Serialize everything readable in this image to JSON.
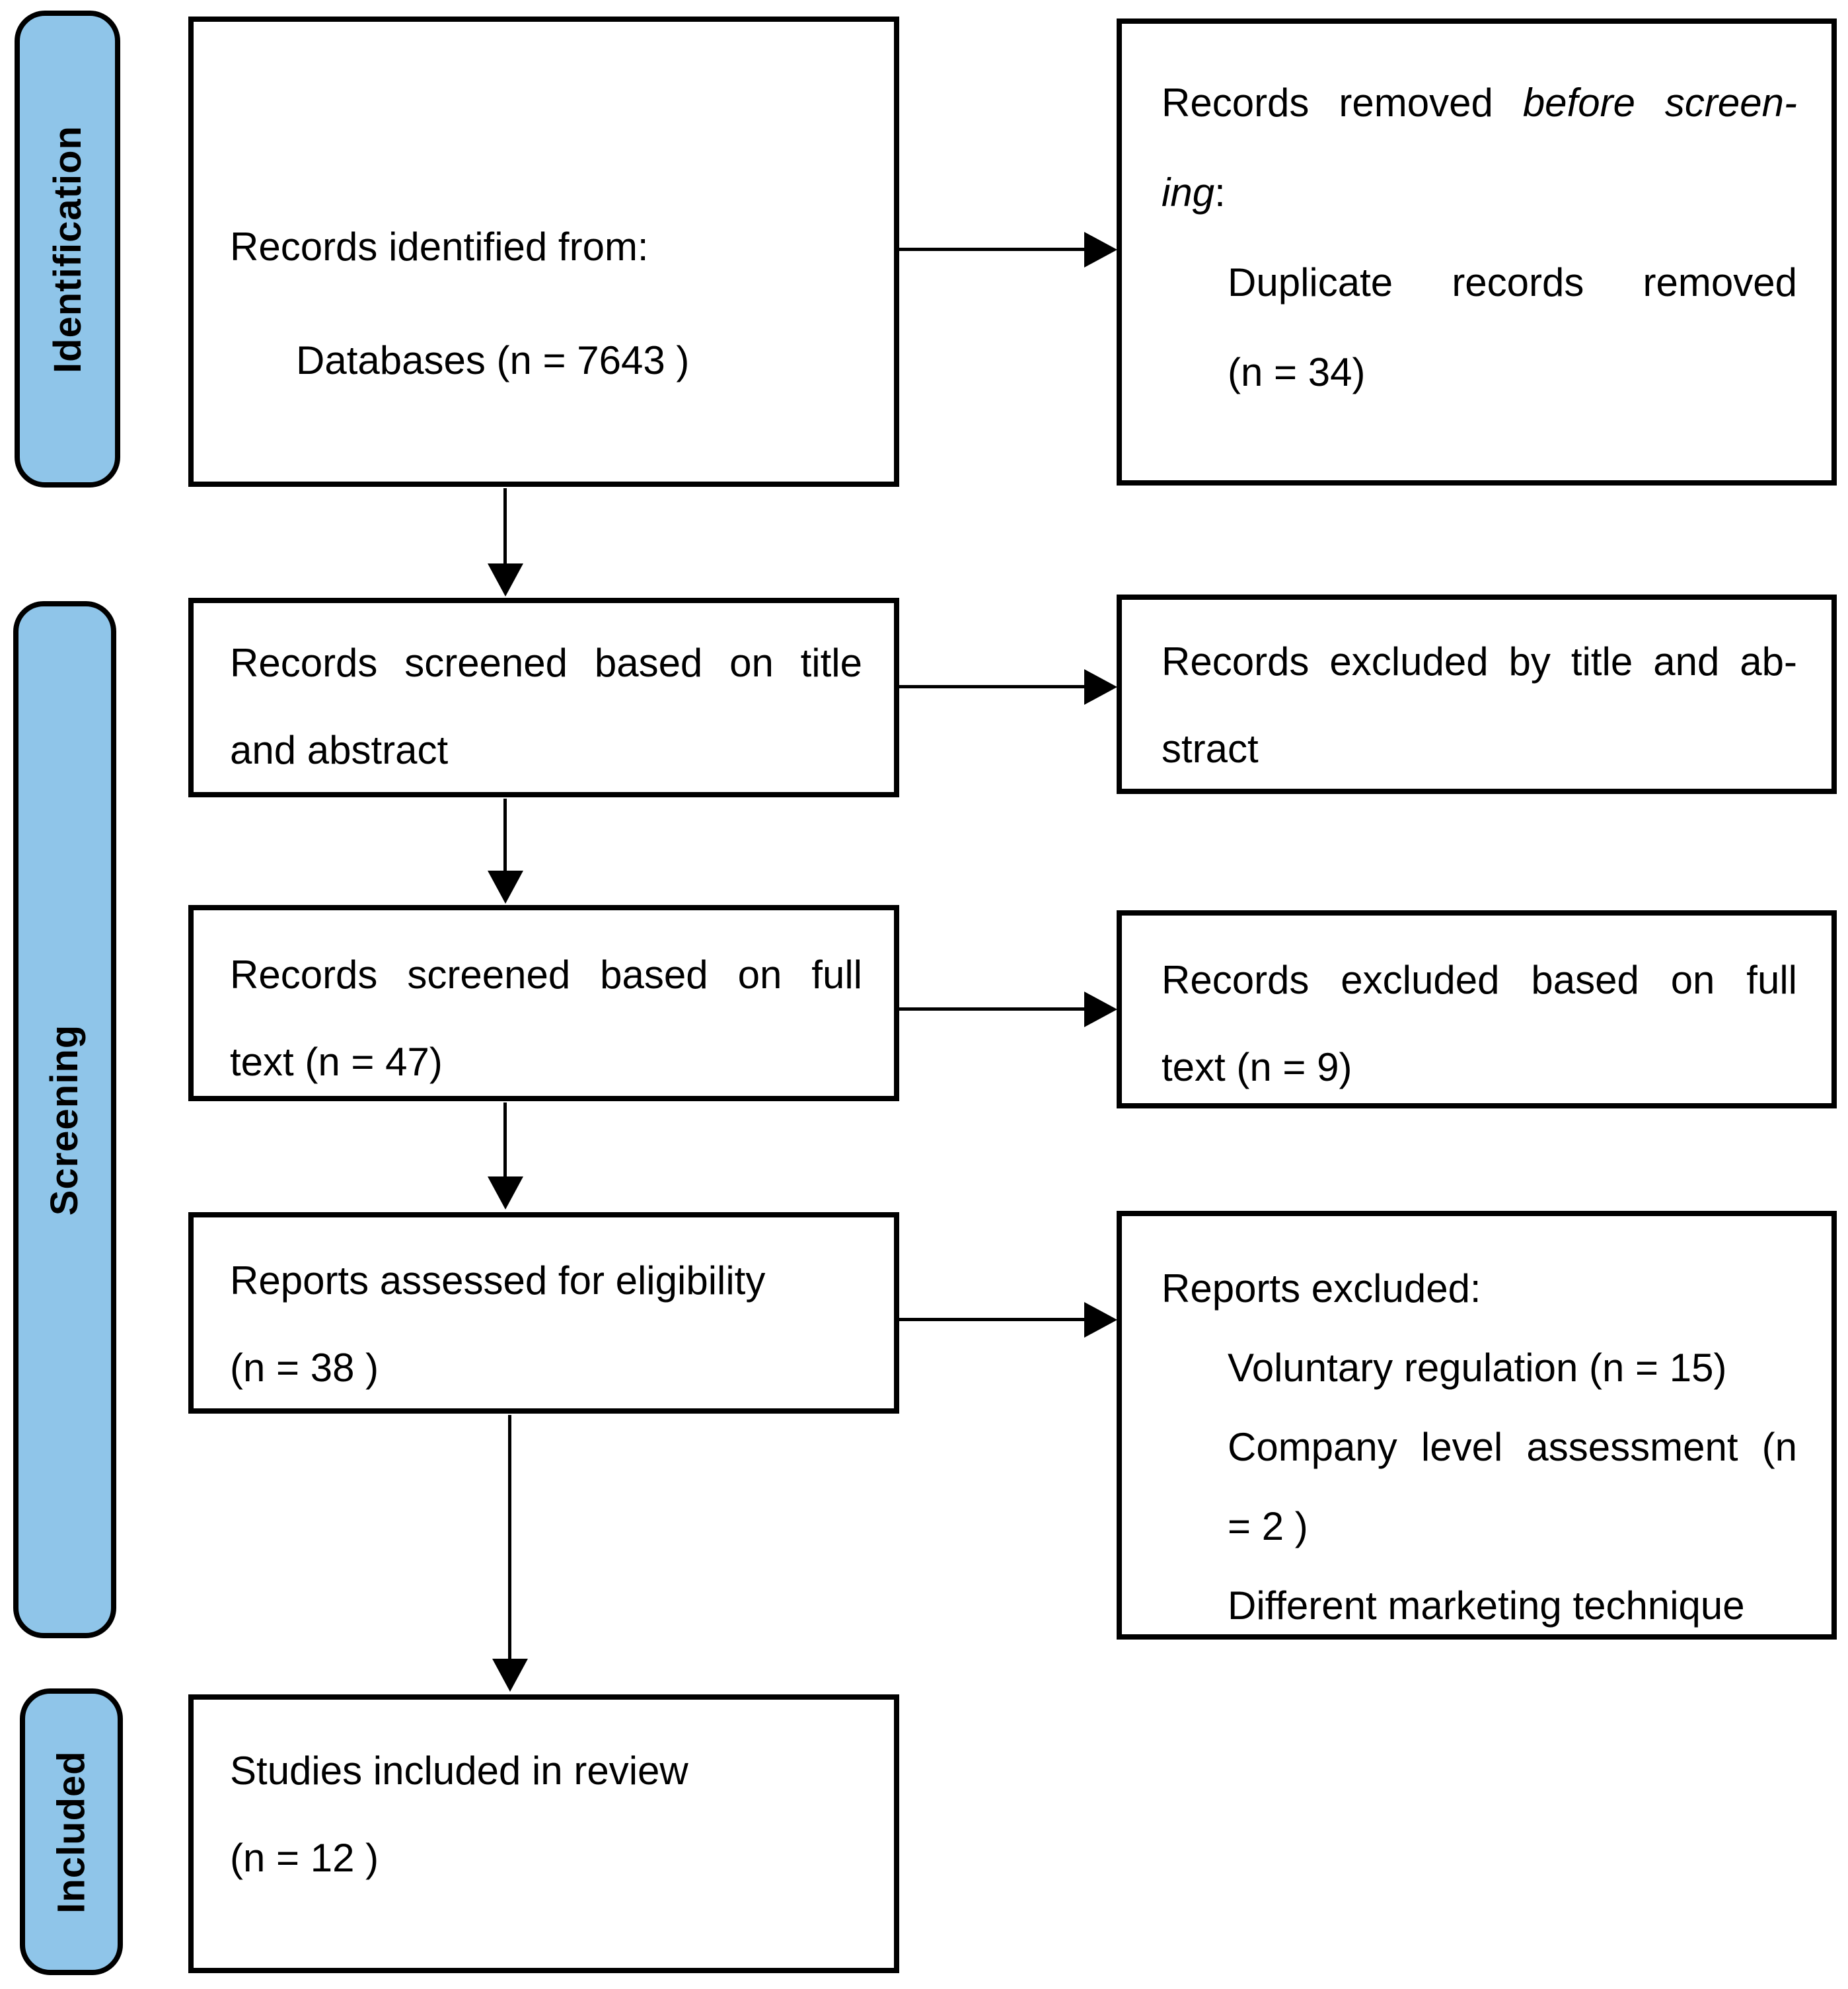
{
  "diagram": {
    "type": "prisma-flow",
    "colors": {
      "stage_fill": "#8FC5E9",
      "border": "#000000",
      "background": "#FFFFFF"
    },
    "stages": [
      {
        "id": "identification",
        "label": "Identification"
      },
      {
        "id": "screening",
        "label": "Screening"
      },
      {
        "id": "included",
        "label": "Included"
      }
    ],
    "boxes": {
      "records_identified": {
        "lines": [
          {
            "runs": [
              {
                "t": "Records identified from:"
              }
            ]
          },
          {
            "runs": [
              {
                "t": "Databases (n = 7643 )"
              }
            ],
            "indent": true
          }
        ]
      },
      "records_removed_before_screening": {
        "lines": [
          {
            "runs": [
              {
                "t": "Records removed "
              },
              {
                "t": "before screen-",
                "i": true
              }
            ],
            "justify": true
          },
          {
            "runs": [
              {
                "t": "ing",
                "i": true
              },
              {
                "t": ":"
              }
            ]
          },
          {
            "runs": [
              {
                "t": "Duplicate records removed"
              }
            ],
            "indent": true,
            "justify": true
          },
          {
            "runs": [
              {
                "t": "(n = 34)"
              }
            ],
            "indent": true
          }
        ]
      },
      "records_screened_title_abstract": {
        "lines": [
          {
            "runs": [
              {
                "t": "Records screened based on title"
              }
            ],
            "justify": true
          },
          {
            "runs": [
              {
                "t": "and abstract"
              }
            ]
          }
        ]
      },
      "records_excluded_title_abstract": {
        "lines": [
          {
            "runs": [
              {
                "t": "Records excluded by title and ab-"
              }
            ],
            "justify": true
          },
          {
            "runs": [
              {
                "t": "stract"
              }
            ]
          }
        ]
      },
      "records_screened_full_text": {
        "lines": [
          {
            "runs": [
              {
                "t": "Records screened based on full"
              }
            ],
            "justify": true
          },
          {
            "runs": [
              {
                "t": "text (n = 47)"
              }
            ]
          }
        ]
      },
      "records_excluded_full_text": {
        "lines": [
          {
            "runs": [
              {
                "t": "Records excluded based on full"
              }
            ],
            "justify": true
          },
          {
            "runs": [
              {
                "t": "text (n = 9)"
              }
            ]
          }
        ]
      },
      "reports_assessed": {
        "lines": [
          {
            "runs": [
              {
                "t": "Reports assessed for eligibility"
              }
            ]
          },
          {
            "runs": [
              {
                "t": "(n = 38 )"
              }
            ]
          }
        ]
      },
      "reports_excluded": {
        "lines": [
          {
            "runs": [
              {
                "t": "Reports excluded:"
              }
            ]
          },
          {
            "runs": [
              {
                "t": "Voluntary regulation (n = 15)"
              }
            ],
            "indent": true
          },
          {
            "runs": [
              {
                "t": "Company level assessment (n"
              }
            ],
            "indent": true,
            "justify": true
          },
          {
            "runs": [
              {
                "t": "= 2 )"
              }
            ],
            "indent": true
          },
          {
            "runs": [
              {
                "t": "Different marketing technique"
              }
            ],
            "indent": true
          }
        ]
      },
      "studies_included": {
        "lines": [
          {
            "runs": [
              {
                "t": "Studies included in review"
              }
            ]
          },
          {
            "runs": [
              {
                "t": "(n = 12 )"
              }
            ]
          }
        ]
      }
    },
    "edges": [
      {
        "from": "records_identified",
        "to": "records_removed_before_screening"
      },
      {
        "from": "records_identified",
        "to": "records_screened_title_abstract"
      },
      {
        "from": "records_screened_title_abstract",
        "to": "records_excluded_title_abstract"
      },
      {
        "from": "records_screened_title_abstract",
        "to": "records_screened_full_text"
      },
      {
        "from": "records_screened_full_text",
        "to": "records_excluded_full_text"
      },
      {
        "from": "records_screened_full_text",
        "to": "reports_assessed"
      },
      {
        "from": "reports_assessed",
        "to": "reports_excluded"
      },
      {
        "from": "reports_assessed",
        "to": "studies_included"
      }
    ]
  }
}
